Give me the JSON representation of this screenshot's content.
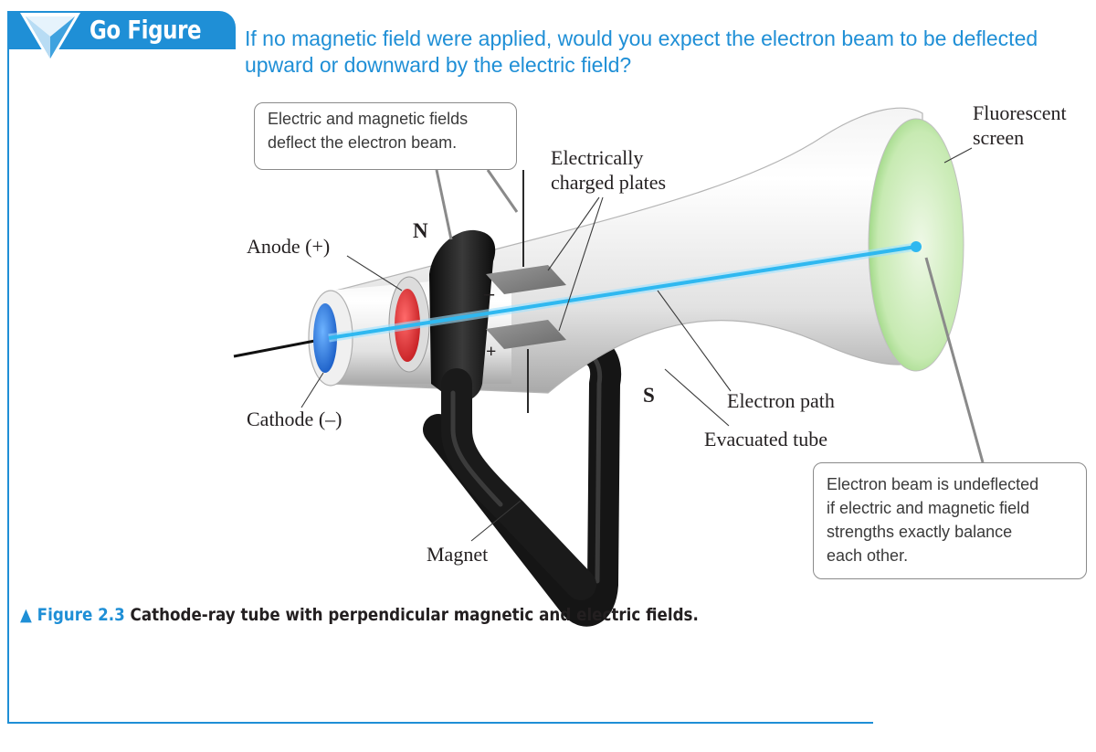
{
  "header": {
    "badge_label": "Go Figure",
    "question": "If no magnetic field were applied, would you expect the electron beam to be deflected upward or downward by the electric field?"
  },
  "labels": {
    "fluorescent_screen_line1": "Fluorescent",
    "fluorescent_screen_line2": "screen",
    "plates_line1": "Electrically",
    "plates_line2": "charged plates",
    "anode": "Anode (+)",
    "cathode": "Cathode (–)",
    "north_pole": "N",
    "south_pole": "S",
    "minus_sign": "–",
    "plus_sign": "+",
    "electron_path": "Electron path",
    "evacuated_tube": "Evacuated tube",
    "magnet": "Magnet"
  },
  "callouts": {
    "fields_line1": "Electric and magnetic fields",
    "fields_line2": "deflect the electron beam.",
    "balance_line1": "Electron beam is undeflected",
    "balance_line2": "if electric and magnetic field",
    "balance_line3": "strengths exactly balance",
    "balance_line4": "each other."
  },
  "caption": {
    "marker": "▲ Figure 2.3",
    "text": "Cathode-ray tube with perpendicular magnetic and electric fields."
  },
  "colors": {
    "accent": "#1f8fd6",
    "beam": "#2fb8f0",
    "anode": "#e8262a",
    "cathode": "#1e6fd9",
    "screen": "#a8dc8c",
    "magnet": "#1c1c1c"
  }
}
